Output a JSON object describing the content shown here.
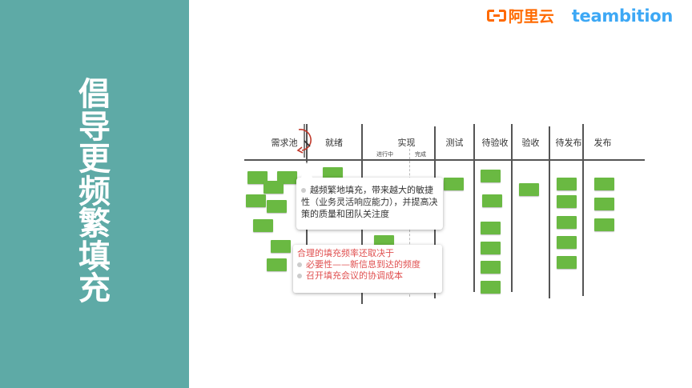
{
  "slide": {
    "title": "倡导更频繁填充",
    "colors": {
      "sidebar": "#5eaaa6",
      "note": "#6ab942",
      "alibaba": "#ff6a00",
      "teambition": "#3da8f5",
      "warning_text": "#e05050"
    }
  },
  "logos": {
    "alibaba_cloud": "阿里云",
    "teambition": "teambition"
  },
  "board": {
    "columns": [
      {
        "label": "需求池"
      },
      {
        "label": "就绪"
      },
      {
        "label": "实现",
        "sub": [
          "进行中",
          "完成"
        ]
      },
      {
        "label": "测试"
      },
      {
        "label": "待验收"
      },
      {
        "label": "验收"
      },
      {
        "label": "待发布"
      },
      {
        "label": "发布"
      }
    ],
    "clock_icon": "clock-with-refresh-arrow-icon"
  },
  "callouts": {
    "benefit": "越频繁地填充，带来越大的敏捷性（业务灵活响应能力），并提高决策的质量和团队关注度",
    "factors_title": "合理的填充频率还取决于",
    "factors": [
      "必要性——新信息到达的频度",
      "召开填充会议的协调成本"
    ]
  }
}
